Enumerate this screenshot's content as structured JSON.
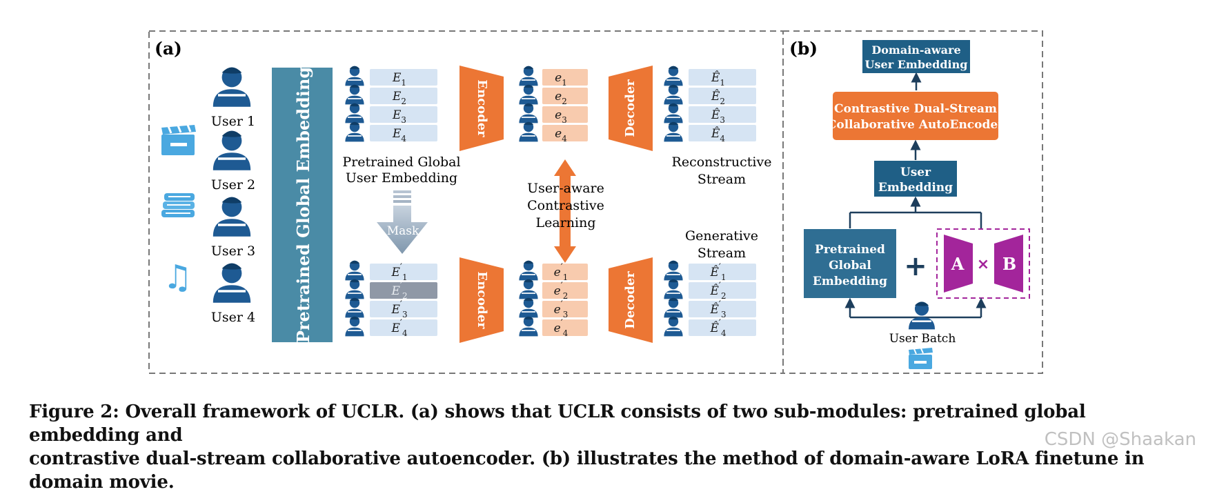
{
  "panel_a": {
    "label": "(a)",
    "users": [
      "User 1",
      "User 2",
      "User 3",
      "User 4"
    ],
    "global_block": "Pretrained Global Embedding",
    "emb_top": [
      "E1",
      "E2",
      "E3",
      "E4"
    ],
    "emb_bottom": [
      "E'1",
      "E'2",
      "E'3",
      "E'4"
    ],
    "lat_top": [
      "e1",
      "e2",
      "e3",
      "e4"
    ],
    "lat_bottom": [
      "e'1",
      "e'2",
      "e'3",
      "e'4"
    ],
    "rec_top": [
      "Ê1",
      "Ê2",
      "Ê3",
      "Ê4"
    ],
    "rec_bottom": [
      "Ê'1",
      "Ê'2",
      "Ê'3",
      "Ê'4"
    ],
    "pretrained_caption": [
      "Pretrained Global",
      "User Embedding"
    ],
    "mask_label": "Mask",
    "encoder": "Encoder",
    "decoder": "Decoder",
    "contrastive": [
      "User-aware",
      "Contrastive",
      "Learning"
    ],
    "reconstructive": [
      "Reconstructive",
      "Stream"
    ],
    "generative": [
      "Generative",
      "Stream"
    ],
    "domain_icons": [
      "clapperboard-icon",
      "books-icon",
      "music-note-icon"
    ]
  },
  "panel_b": {
    "label": "(b)",
    "domain_aware": [
      "Domain-aware",
      "User Embedding"
    ],
    "cdsca": [
      "Contrastive Dual-Stream",
      "Collaborative AutoEncoder"
    ],
    "user_embedding": [
      "User",
      "Embedding"
    ],
    "pretrained": [
      "Pretrained",
      "Global",
      "Embedding"
    ],
    "plus": "+",
    "lora_a": "A",
    "lora_b": "B",
    "times": "×",
    "user_batch": "User Batch"
  },
  "caption": {
    "line1": "Figure 2: Overall framework of UCLR. (a) shows that UCLR consists of two sub-modules: pretrained global embedding and",
    "line2": "contrastive dual-stream collaborative autoencoder. (b) illustrates the method of domain-aware LoRA finetune in domain movie."
  },
  "watermark": "CSDN @Shaakan",
  "colors": {
    "teal": "#4a8ba6",
    "navy": "#1f5f86",
    "user": "#1e5a93",
    "orange": "#ec7634",
    "peach": "#f8cbae",
    "lightblue": "#d6e4f3",
    "grayrow": "#8f98a6",
    "magenta": "#a3259b",
    "icon": "#4aa8e0"
  }
}
